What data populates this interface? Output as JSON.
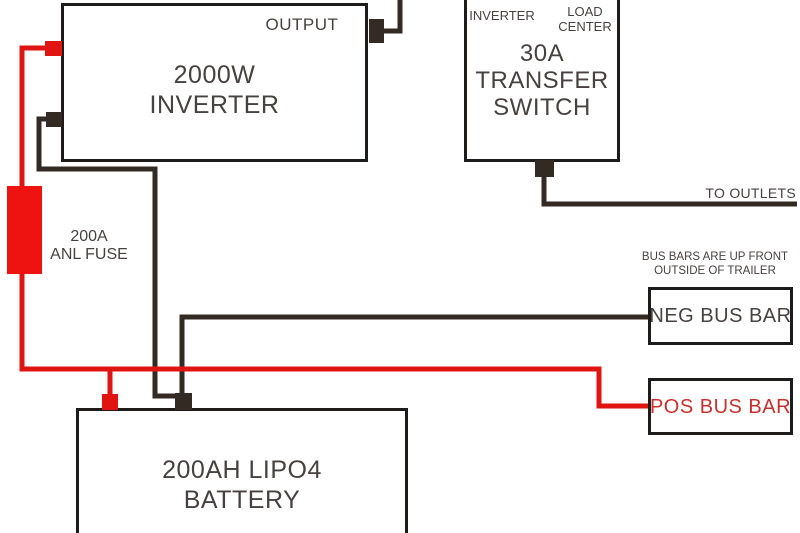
{
  "colors": {
    "background": "#ffffff",
    "wire_negative": "#332a24",
    "wire_positive": "#e01511",
    "fuse_body": "#ee1310",
    "box_border": "#1e1c1a",
    "label_text": "#47423f",
    "pos_label_text": "#c8302e"
  },
  "inverter": {
    "output_label": "OUTPUT",
    "title_line1": "2000W",
    "title_line2": "INVERTER"
  },
  "transfer_switch": {
    "inverter_terminal_label": "INVERTER",
    "load_terminal_line1": "LOAD",
    "load_terminal_line2": "CENTER",
    "title_line1": "30A",
    "title_line2": "TRANSFER",
    "title_line3": "SWITCH"
  },
  "fuse": {
    "label_line1": "200A",
    "label_line2": "ANL FUSE"
  },
  "battery": {
    "title_line1": "200AH LIPO4",
    "title_line2": "BATTERY"
  },
  "neg_bus_bar": {
    "label": "NEG BUS BAR"
  },
  "pos_bus_bar": {
    "label": "POS BUS BAR"
  },
  "outlets_label": "TO OUTLETS",
  "note_line1": "BUS BARS ARE UP FRONT",
  "note_line2": "OUTSIDE OF TRAILER"
}
